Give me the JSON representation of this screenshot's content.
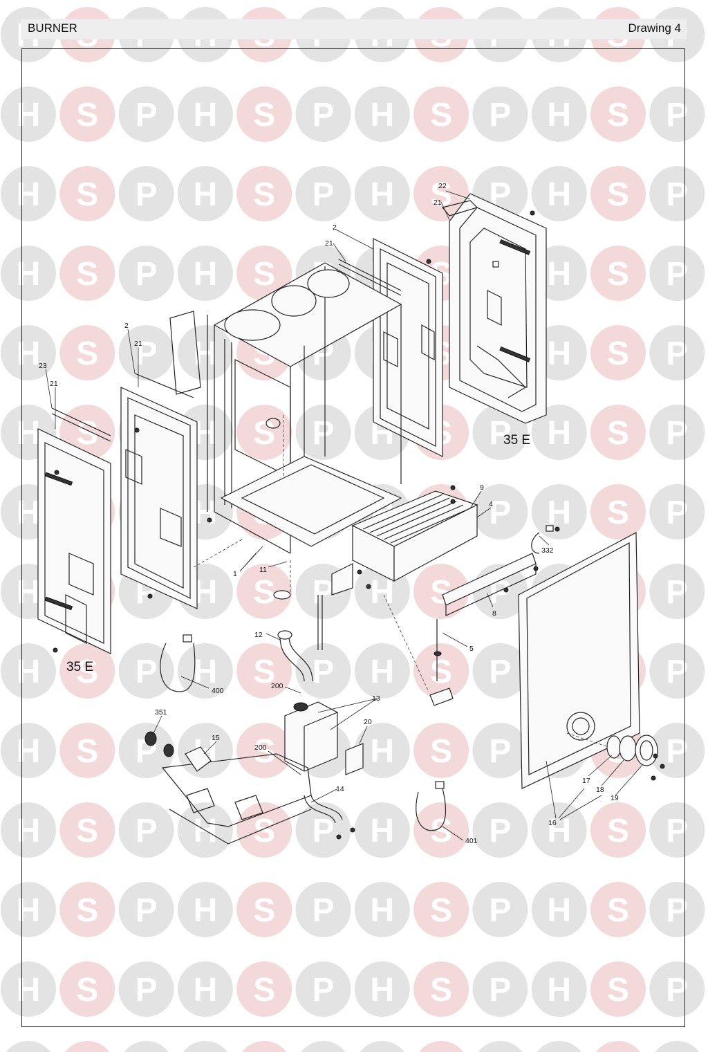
{
  "header": {
    "title": "BURNER",
    "drawing": "Drawing 4"
  },
  "watermark": {
    "letters": [
      "H",
      "S",
      "P"
    ],
    "colors": {
      "h": "#e3e3e3",
      "s": "#f3d9d9",
      "p": "#e3e3e3",
      "glyph": "#ffffff"
    }
  },
  "callouts": {
    "c22": "22",
    "c21_top": "21",
    "c2_mid": "2",
    "c21_mid": "21",
    "c2_left": "2",
    "c21_left": "21",
    "c23": "23",
    "c21_far": "21",
    "c9": "9",
    "c4": "4",
    "c332": "332",
    "c1": "1",
    "c11": "11",
    "c8": "8",
    "c12": "12",
    "c5": "5",
    "c400": "400",
    "c200_a": "200",
    "c13": "13",
    "c351": "351",
    "c20": "20",
    "c15": "15",
    "c200_b": "200",
    "c14": "14",
    "c401": "401",
    "c17": "17",
    "c18": "18",
    "c19": "19",
    "c16": "16"
  },
  "panel_labels": {
    "right": "35 E",
    "left": "35 E"
  }
}
